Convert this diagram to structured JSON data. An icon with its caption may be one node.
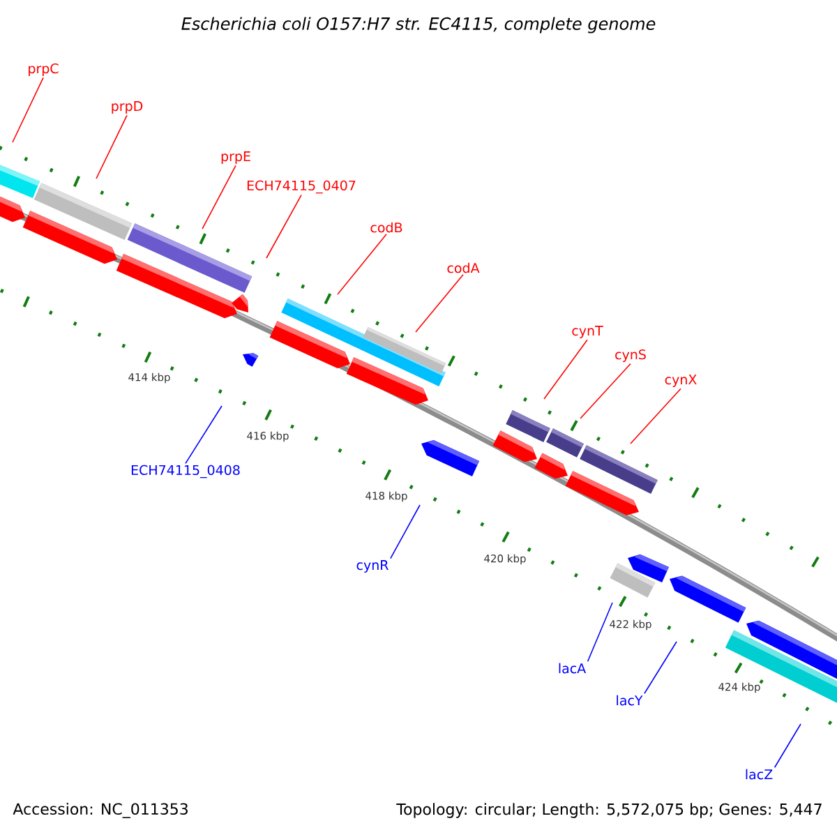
{
  "diagram": {
    "title": "Escherichia coli O157:H7 str. EC4115, complete genome",
    "nodes": [
      {
        "text": [
          "prpC"
        ]
      },
      {
        "text": [
          "prpD"
        ]
      },
      {
        "text": [
          "prpE"
        ]
      },
      {
        "text": [
          "ECH74115_0407"
        ]
      },
      {
        "text": [
          "codB"
        ]
      },
      {
        "text": [
          "codA"
        ]
      },
      {
        "text": [
          "cynT"
        ]
      },
      {
        "text": [
          "cynS"
        ]
      },
      {
        "text": [
          "cynX"
        ]
      },
      {
        "text": [
          "ECH74115_0408"
        ]
      },
      {
        "text": [
          "cynR"
        ]
      },
      {
        "text": [
          "lacA"
        ]
      },
      {
        "text": [
          "lacY"
        ]
      },
      {
        "text": [
          "lacZ"
        ]
      }
    ],
    "edges": [
      {
        "from": 0,
        "to": null,
        "arrow": "none"
      },
      {
        "from": 1,
        "to": null,
        "arrow": "none"
      },
      {
        "from": 2,
        "to": null,
        "arrow": "none"
      },
      {
        "from": 3,
        "to": null,
        "arrow": "none"
      },
      {
        "from": 4,
        "to": null,
        "arrow": "none"
      },
      {
        "from": 5,
        "to": null,
        "arrow": "none"
      },
      {
        "from": 6,
        "to": null,
        "arrow": "none"
      },
      {
        "from": 7,
        "to": null,
        "arrow": "none"
      },
      {
        "from": 8,
        "to": null,
        "arrow": "none"
      },
      {
        "from": 9,
        "to": null,
        "arrow": "none",
        "color": "#0000ff"
      },
      {
        "from": 10,
        "to": null,
        "arrow": "none",
        "color": "#0000ff"
      },
      {
        "from": 11,
        "to": null,
        "arrow": "none",
        "color": "#0000ff"
      },
      {
        "from": 12,
        "to": null,
        "arrow": "none",
        "color": "#0000ff"
      },
      {
        "from": 13,
        "to": null,
        "arrow": "none",
        "color": "#0000ff"
      }
    ],
    "labels": [
      "414 kbp",
      "416 kbp",
      "418 kbp",
      "420 kbp",
      "422 kbp",
      "424 kbp",
      "Accession: NC_011353",
      "Topology: circular; Length: 5,572,075 bp; Genes: 5,447"
    ]
  }
}
